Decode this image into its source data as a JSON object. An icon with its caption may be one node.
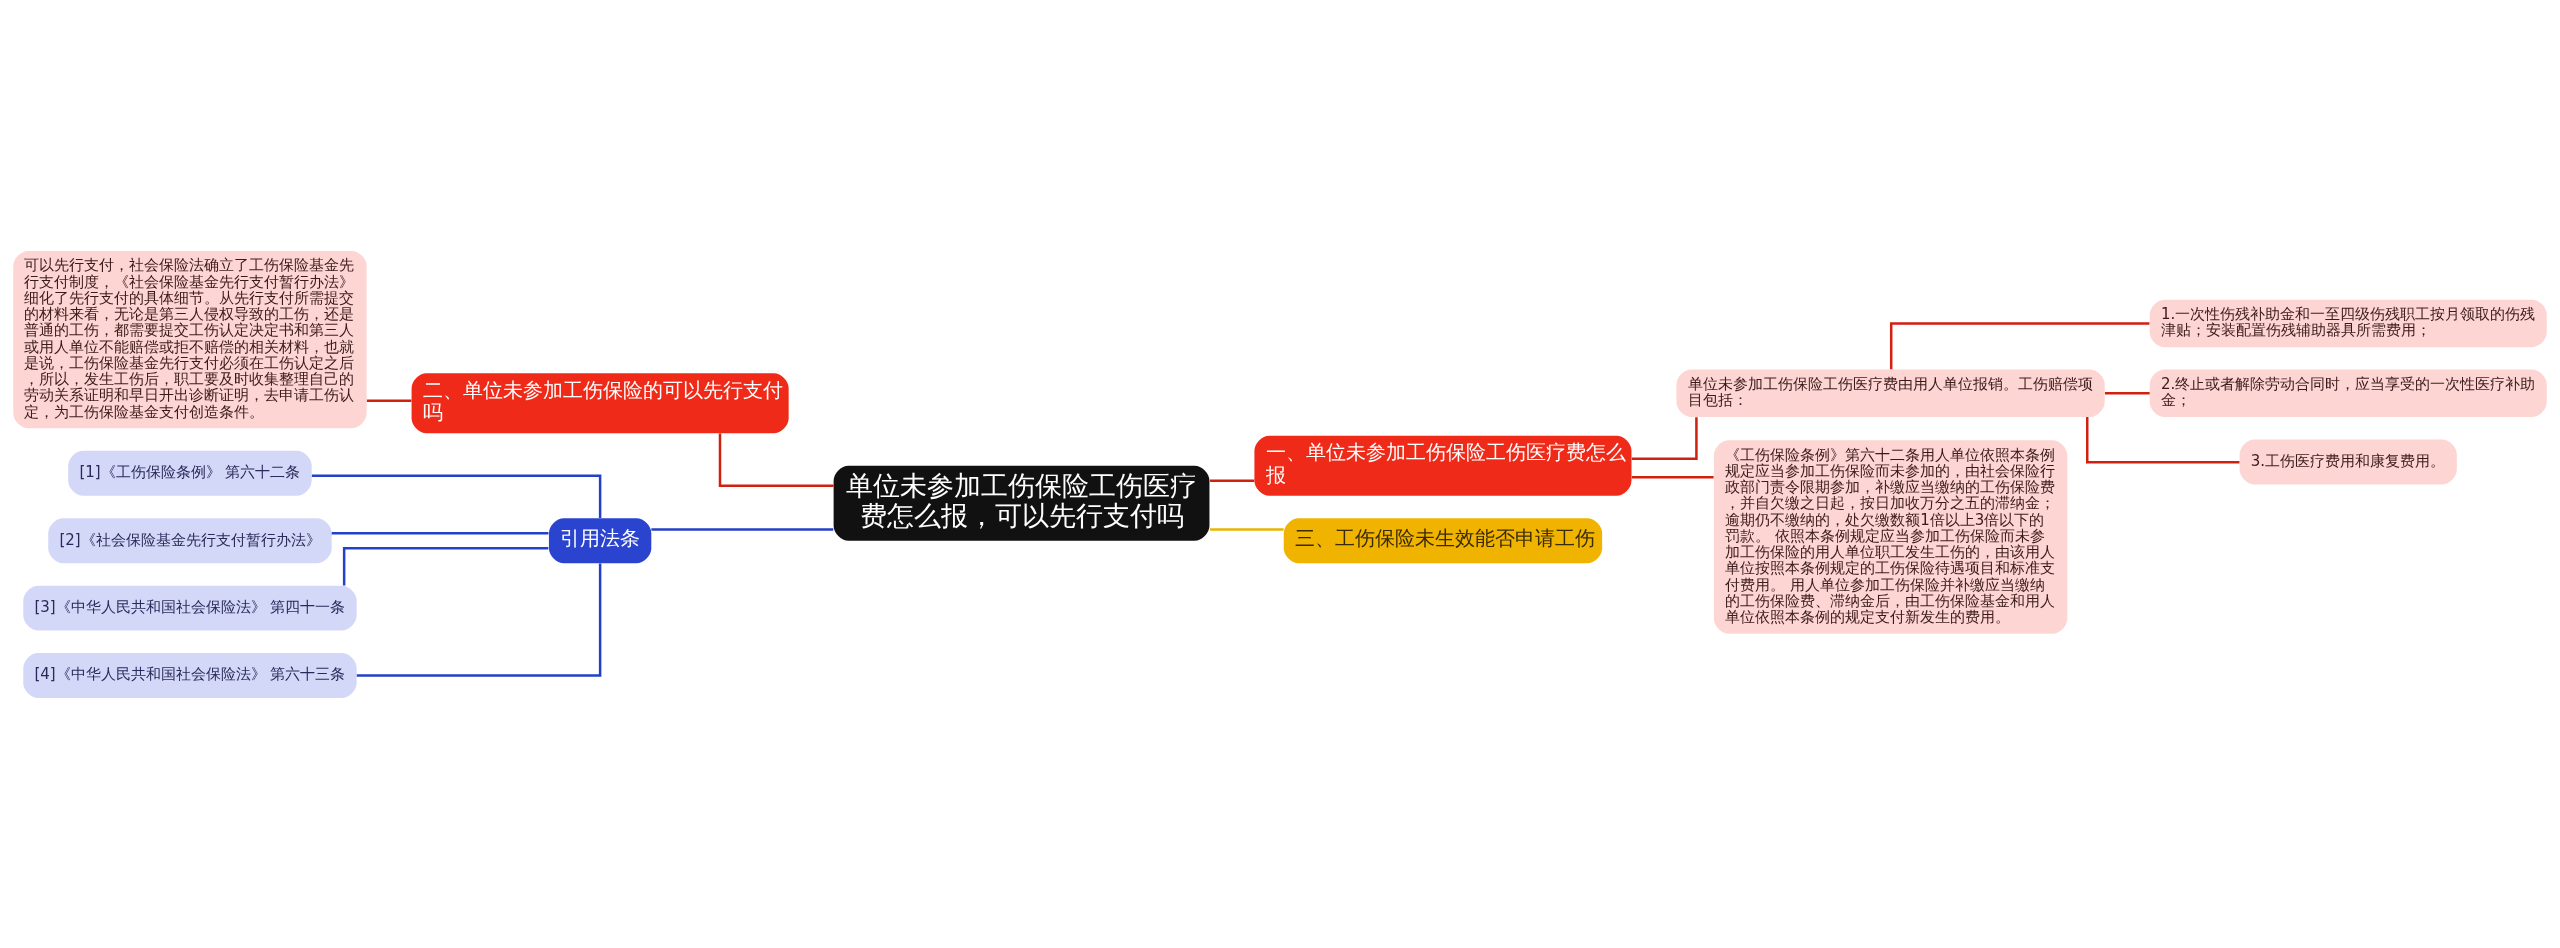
{
  "diagram": {
    "nodes": [
      {
        "text": [
          "单位未参加工伤保险工伤医疗费怎么报，可以先行支付吗"
        ]
      },
      {
        "text": [
          "一、单位未参加工伤保险工伤医疗费怎么报"
        ]
      },
      {
        "text": [
          "单位未参加工伤保险工伤医疗费由用人单位报销。工伤赔偿项目包括："
        ]
      },
      {
        "text": [
          "1.一次性伤残补助金和一至四级伤残职工按月领取的伤残津贴；安装配置伤残辅助器具所需费用；"
        ]
      },
      {
        "text": [
          "2.终止或者解除劳动合同时，应当享受的一次性医疗补助金；"
        ]
      },
      {
        "text": [
          "3.工伤医疗费用和康复费用。"
        ]
      },
      {
        "text": [
          "《工伤保险条例》第六十二条用人单位依照本条例规定应当参加工伤保险而未参加的，由社会保险行政部门责令限期参加，补缴应当缴纳的工伤保险费，并自欠缴之日起，按日加收万分之五的滞纳金；逾期仍不缴纳的，处欠缴数额1倍以上3倍以下的罚款。 依照本条例规定应当参加工伤保险而未参加工伤保险的用人单位职工发生工伤的，由该用人单位按照本条例规定的工伤保险待遇项目和标准支付费用。 用人单位参加工伤保险并补缴应当缴纳的工伤保险费、滞纳金后，由工伤保险基金和用人单位依照本条例的规定支付新发生的费用。"
        ]
      },
      {
        "text": [
          "三、工伤保险未生效能否申请工伤"
        ]
      },
      {
        "text": [
          "二、单位未参加工伤保险的可以先行支付吗"
        ]
      },
      {
        "text": [
          "可以先行支付，社会保险法确立了工伤保险基金先行支付制度，《社会保险基金先行支付暂行办法》细化了先行支付的具体细节。从先行支付所需提交的材料来看，无论是第三人侵权导致的工伤，还是普通的工伤，都需要提交工伤认定决定书和第三人或用人单位不能赔偿或拒不赔偿的相关材料，也就是说，工伤保险基金先行支付必须在工伤认定之后，所以，发生工伤后，职工要及时收集整理自己的劳动关系证明和早日开出诊断证明，去申请工伤认定，为工伤保险基金支付创造条件。"
        ]
      },
      {
        "text": [
          "引用法条"
        ]
      },
      {
        "text": [
          "[1]《工伤保险条例》 第六十二条"
        ]
      },
      {
        "text": [
          "[2]《社会保险基金先行支付暂行办法》"
        ]
      },
      {
        "text": [
          "[3]《中华人民共和国社会保险法》 第四十一条"
        ]
      },
      {
        "text": [
          "[4]《中华人民共和国社会保险法》 第六十三条"
        ]
      }
    ],
    "edges": [
      {
        "from": 0,
        "to": 1,
        "arrow": "none"
      },
      {
        "from": 1,
        "to": 2,
        "arrow": "none"
      },
      {
        "from": 2,
        "to": 3,
        "arrow": "none"
      },
      {
        "from": 2,
        "to": 4,
        "arrow": "none"
      },
      {
        "from": 2,
        "to": 5,
        "arrow": "none"
      },
      {
        "from": 1,
        "to": 6,
        "arrow": "none"
      },
      {
        "from": 0,
        "to": 7,
        "arrow": "none",
        "color": "#e8b400"
      },
      {
        "from": 0,
        "to": 8,
        "arrow": "none"
      },
      {
        "from": 8,
        "to": 9,
        "arrow": "none"
      },
      {
        "from": 0,
        "to": 10,
        "arrow": "none",
        "color": "#2340c8"
      },
      {
        "from": 10,
        "to": 11,
        "arrow": "none",
        "color": "#2340c8"
      },
      {
        "from": 10,
        "to": 12,
        "arrow": "none",
        "color": "#2340c8"
      },
      {
        "from": 10,
        "to": 13,
        "arrow": "none",
        "color": "#2340c8"
      },
      {
        "from": 10,
        "to": 14,
        "arrow": "none",
        "color": "#2340c8"
      }
    ]
  }
}
